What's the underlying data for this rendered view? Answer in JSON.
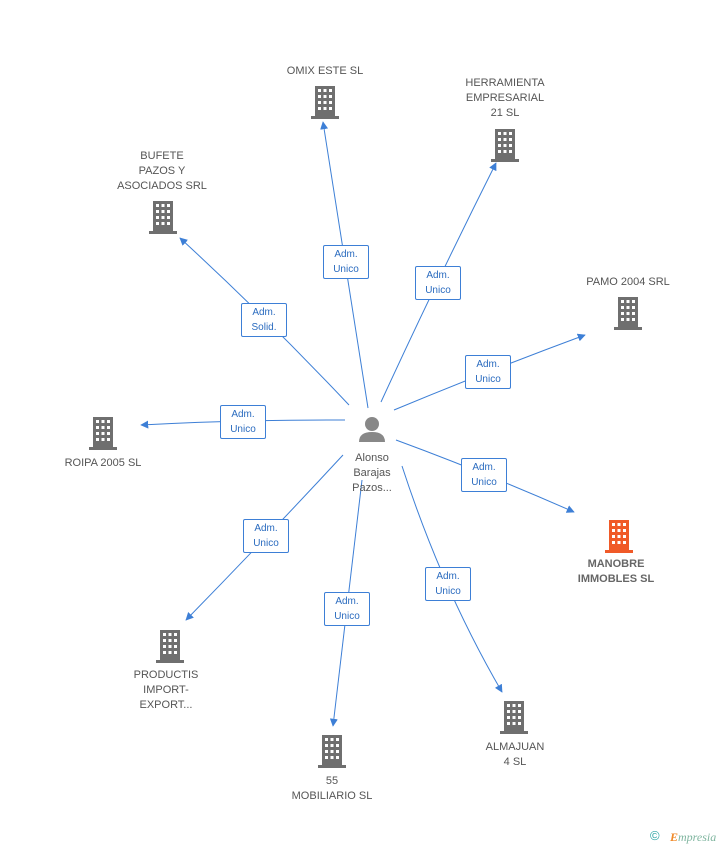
{
  "center": {
    "name": "Alonso\nBarajas\nPazos...",
    "icon": "person-icon",
    "color": "#888888"
  },
  "colors": {
    "edge": "#3d7fd6",
    "building": "#6f6f6f",
    "highlight": "#f05a28"
  },
  "nodes": [
    {
      "id": "omix",
      "label": "OMIX ESTE  SL",
      "icon": "building-icon",
      "highlight": false
    },
    {
      "id": "herramienta",
      "label": "HERRAMIENTA\nEMPRESARIAL\n21 SL",
      "icon": "building-icon",
      "highlight": false
    },
    {
      "id": "bufete",
      "label": "BUFETE\nPAZOS Y\nASOCIADOS SRL",
      "icon": "building-icon",
      "highlight": false
    },
    {
      "id": "pamo",
      "label": "PAMO 2004 SRL",
      "icon": "building-icon",
      "highlight": false
    },
    {
      "id": "roipa",
      "label": "ROIPA 2005 SL",
      "icon": "building-icon",
      "highlight": false
    },
    {
      "id": "manobre",
      "label": "MANOBRE\nIMMOBLES SL",
      "icon": "building-icon",
      "highlight": true
    },
    {
      "id": "productis",
      "label": "PRODUCTIS\nIMPORT-\nEXPORT...",
      "icon": "building-icon",
      "highlight": false
    },
    {
      "id": "almajuan",
      "label": "ALMAJUAN\n4 SL",
      "icon": "building-icon",
      "highlight": false
    },
    {
      "id": "mobiliario",
      "label": "55\nMOBILIARIO SL",
      "icon": "building-icon",
      "highlight": false
    }
  ],
  "edges": [
    {
      "to": "omix",
      "label": "Adm.\nUnico"
    },
    {
      "to": "herramienta",
      "label": "Adm.\nUnico"
    },
    {
      "to": "bufete",
      "label": "Adm.\nSolid."
    },
    {
      "to": "pamo",
      "label": "Adm.\nUnico"
    },
    {
      "to": "roipa",
      "label": "Adm.\nUnico"
    },
    {
      "to": "manobre",
      "label": "Adm.\nUnico"
    },
    {
      "to": "productis",
      "label": "Adm.\nUnico"
    },
    {
      "to": "almajuan",
      "label": "Adm.\nUnico"
    },
    {
      "to": "mobiliario",
      "label": "Adm.\nUnico"
    }
  ],
  "footer": {
    "copyright_symbol": "©",
    "brand_initial": "E",
    "brand_rest": "mpresia"
  }
}
